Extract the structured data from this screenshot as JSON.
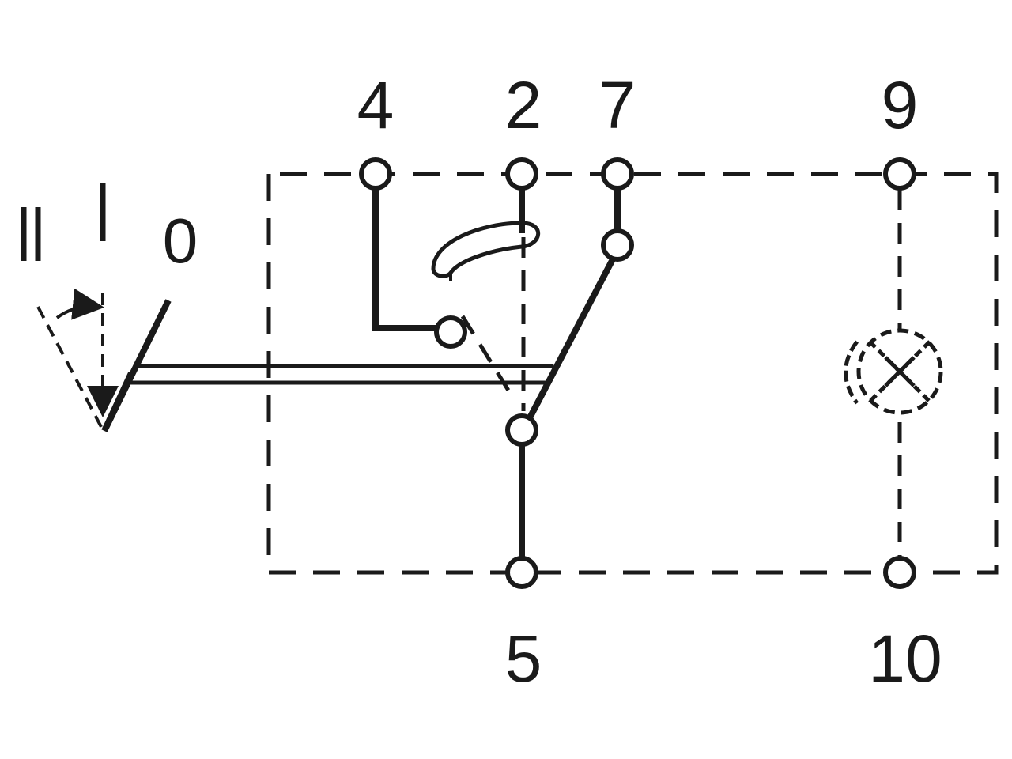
{
  "diagram": {
    "terminals": {
      "t4": "4",
      "t2": "2",
      "t7": "7",
      "t9": "9",
      "t5": "5",
      "t10": "10"
    },
    "positions": {
      "p0": "0",
      "p1": "I",
      "p2": "II"
    },
    "colors": {
      "line": "#1a1a1a",
      "background": "#ffffff"
    }
  }
}
